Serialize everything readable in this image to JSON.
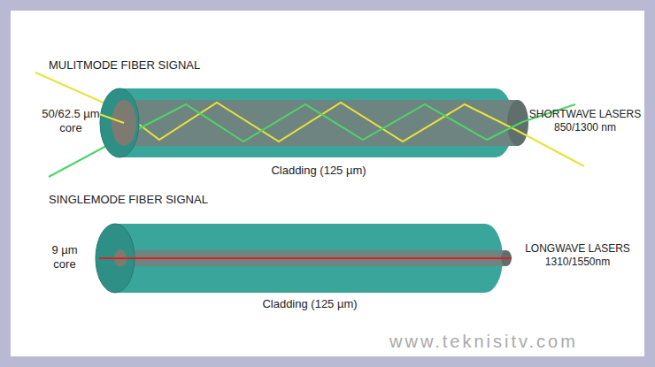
{
  "diagram": {
    "labels": [
      "MULITMODE FIBER SIGNAL",
      "50/62.5 µm core",
      "Cladding (125 µm)",
      "SHORTWAVE LASERS 850/1300 nm",
      "SINGLEMODE FIBER SIGNAL",
      "9 µm core",
      "LONGWAVE LASERS 1310/1550nm",
      "Cladding (125 µm)",
      "www.teknisitv.com"
    ]
  }
}
